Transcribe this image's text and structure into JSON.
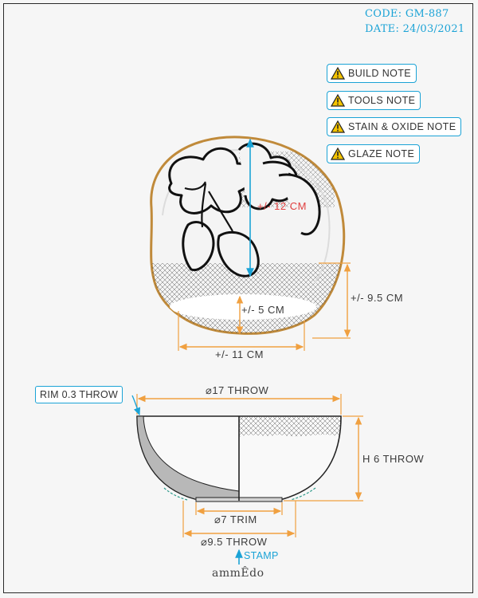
{
  "header": {
    "code": "CODE: GM-887",
    "date": "DATE: 24/03/2021"
  },
  "notes": [
    {
      "label": "BUILD NOTE",
      "icon": "warning-icon"
    },
    {
      "label": "TOOLS NOTE",
      "icon": "warning-icon"
    },
    {
      "label": "STAIN & OXIDE NOTE",
      "icon": "warning-icon"
    },
    {
      "label": "GLAZE NOTE",
      "icon": "warning-icon"
    }
  ],
  "top_view": {
    "inner_height": "+/- 12 CM",
    "inner_foot": "+/- 5 CM",
    "side_height": "+/- 9.5 CM",
    "width": "+/- 11 CM"
  },
  "side_view": {
    "rim": "RIM 0.3 THROW",
    "diameter": "⌀17 THROW",
    "height": "H 6 THROW",
    "foot_trim": "⌀7 TRIM",
    "foot_throw": "⌀9.5 THROW",
    "stamp": "STAMP"
  },
  "brand": "ammÊdo",
  "colors": {
    "accent_blue": "#1ba3d6",
    "dimension_orange": "#f0a040",
    "gold_rim": "#c08a3a",
    "warning_yellow": "#f5c400",
    "red_label": "#e04040"
  }
}
